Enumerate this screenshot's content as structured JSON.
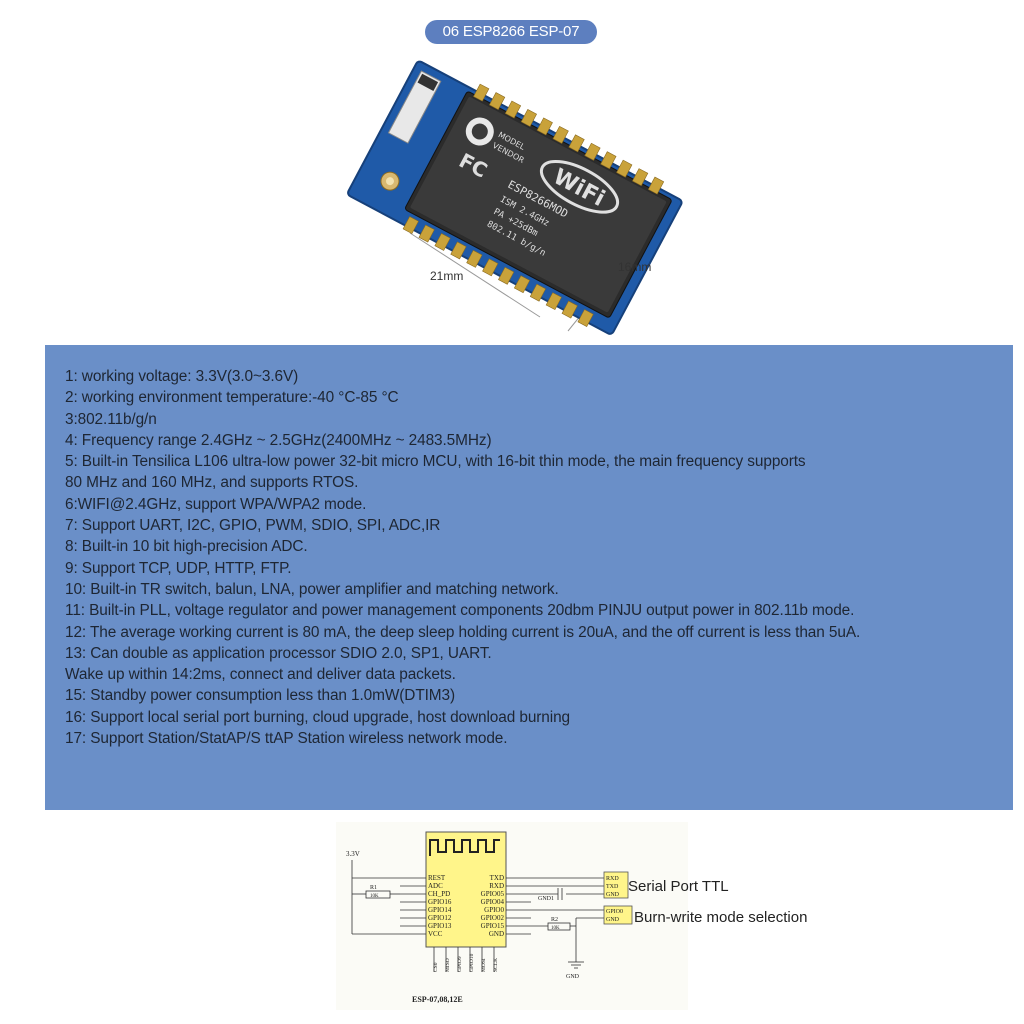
{
  "title": "06 ESP8266 ESP-07",
  "module": {
    "chip_lines": [
      "ESP8266MOD",
      "ISM  2.4GHz",
      "PA  +25dBm",
      "802.11 b/g/n"
    ],
    "model_label": "MODEL",
    "vendor_label": "VENDOR",
    "wifi_label": "WiFi",
    "fc_label": "FC",
    "width_label": "21mm",
    "height_label": "16mm"
  },
  "specs": [
    "1: working voltage: 3.3V(3.0~3.6V)",
    "2: working environment temperature:-40 °C-85 °C",
    "3:802.11b/g/n",
    "4: Frequency range 2.4GHz ~ 2.5GHz(2400MHz ~ 2483.5MHz)",
    "5: Built-in Tensilica L106 ultra-low power 32-bit micro MCU, with 16-bit thin mode, the main frequency supports",
    "80 MHz and 160 MHz, and supports RTOS.",
    "6:WIFI@2.4GHz, support WPA/WPA2 mode.",
    "7: Support UART, I2C, GPIO, PWM, SDIO, SPI, ADC,IR",
    "8: Built-in 10 bit high-precision ADC.",
    "9: Support TCP, UDP, HTTP, FTP.",
    "10: Built-in TR switch, balun, LNA, power amplifier and matching network.",
    "11: Built-in PLL, voltage regulator and power management components 20dbm PINJU output power in 802.11b mode.",
    "12: The average working current is 80 mA, the deep sleep holding current is 20uA, and the off current is less than 5uA.",
    "13: Can double as application processor SDIO 2.0, SP1, UART.",
    "Wake up within 14:2ms, connect and deliver data packets.",
    "15: Standby power consumption less than 1.0mW(DTIM3)",
    "16: Support local serial port burning, cloud upgrade, host download burning",
    "17: Support Station/StatAP/S ttAP Station wireless network mode."
  ],
  "schematic": {
    "supply_label": "3.3V",
    "left_pins": [
      "REST",
      "ADC",
      "CH_PD",
      "GPIO16",
      "GPIO14",
      "GPIO12",
      "GPIO13",
      "VCC"
    ],
    "right_pins": [
      "TXD",
      "RXD",
      "GPIO05",
      "GPIO04",
      "GPIO0",
      "GPIO02",
      "GPIO15",
      "GND"
    ],
    "bottom_pins": [
      "CS0",
      "MISO",
      "GPIO9",
      "GPIO10",
      "MOSI",
      "SCLK"
    ],
    "r1_label": "R1",
    "r1_value": "10K",
    "r2_label": "R2",
    "r2_value": "10K",
    "gnd1_label": "GND1",
    "gnd_label": "GND",
    "serial_box": [
      "RXD",
      "TXD",
      "GND"
    ],
    "burn_box": [
      "GPIO0",
      "GND"
    ],
    "part_label": "ESP-07,08,12E",
    "callout_serial": "Serial Port TTL",
    "callout_burn": "Burn-write mode selection"
  },
  "colors": {
    "title_pill": "#5d7fbf",
    "spec_panel": "#6a8fc8",
    "spec_text": "#1e2633",
    "pcb_blue": "#1f5aa8",
    "shield_dark": "#2b2b2b",
    "pin_gold": "#c9a23a",
    "schematic_chip": "#fff58a"
  }
}
